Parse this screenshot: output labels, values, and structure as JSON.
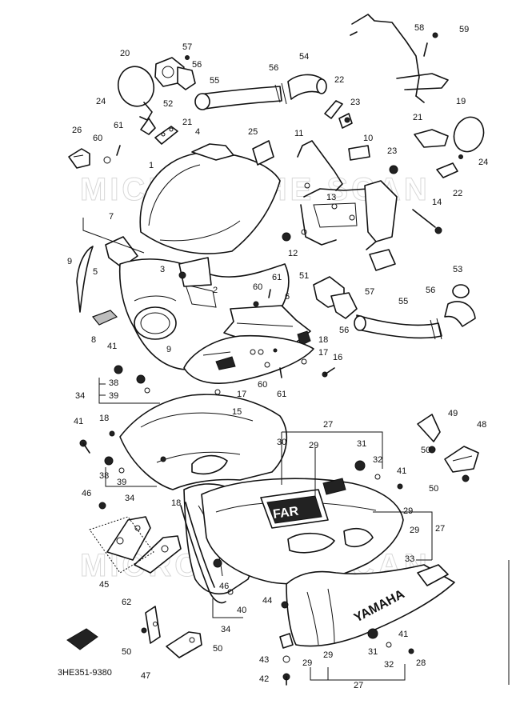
{
  "diagram": {
    "drawing_code": "3HE351-9380",
    "brand_mark": "YAMAHA",
    "vent_text": "FAR",
    "watermark": "MICROFICHE SCAN",
    "labels": [
      {
        "id": "l20",
        "text": "20"
      },
      {
        "id": "l57a",
        "text": "57"
      },
      {
        "id": "l56a",
        "text": "56"
      },
      {
        "id": "l55a",
        "text": "55"
      },
      {
        "id": "l56b",
        "text": "56"
      },
      {
        "id": "l54",
        "text": "54"
      },
      {
        "id": "l22a",
        "text": "22"
      },
      {
        "id": "l58",
        "text": "58"
      },
      {
        "id": "l59",
        "text": "59"
      },
      {
        "id": "l24a",
        "text": "24"
      },
      {
        "id": "l52",
        "text": "52"
      },
      {
        "id": "l21a",
        "text": "21"
      },
      {
        "id": "l26",
        "text": "26"
      },
      {
        "id": "l60a",
        "text": "60"
      },
      {
        "id": "l61a",
        "text": "61"
      },
      {
        "id": "l4",
        "text": "4"
      },
      {
        "id": "l25",
        "text": "25"
      },
      {
        "id": "l11",
        "text": "11"
      },
      {
        "id": "l23a",
        "text": "23"
      },
      {
        "id": "l10",
        "text": "10"
      },
      {
        "id": "l19",
        "text": "19"
      },
      {
        "id": "l21b",
        "text": "21"
      },
      {
        "id": "l24b",
        "text": "24"
      },
      {
        "id": "l23b",
        "text": "23"
      },
      {
        "id": "l22b",
        "text": "22"
      },
      {
        "id": "l1",
        "text": "1"
      },
      {
        "id": "l13",
        "text": "13"
      },
      {
        "id": "l14",
        "text": "14"
      },
      {
        "id": "l7",
        "text": "7"
      },
      {
        "id": "l12",
        "text": "12"
      },
      {
        "id": "l9a",
        "text": "9"
      },
      {
        "id": "l3",
        "text": "3"
      },
      {
        "id": "l5",
        "text": "5"
      },
      {
        "id": "l2",
        "text": "2"
      },
      {
        "id": "l60b",
        "text": "60"
      },
      {
        "id": "l61b",
        "text": "61"
      },
      {
        "id": "l51",
        "text": "51"
      },
      {
        "id": "l57b",
        "text": "57"
      },
      {
        "id": "l53",
        "text": "53"
      },
      {
        "id": "l6",
        "text": "6"
      },
      {
        "id": "l55b",
        "text": "55"
      },
      {
        "id": "l56c",
        "text": "56"
      },
      {
        "id": "l56d",
        "text": "56"
      },
      {
        "id": "l8",
        "text": "8"
      },
      {
        "id": "l18a",
        "text": "18"
      },
      {
        "id": "l17a",
        "text": "17"
      },
      {
        "id": "l16",
        "text": "16"
      },
      {
        "id": "l41a",
        "text": "41"
      },
      {
        "id": "l9b",
        "text": "9"
      },
      {
        "id": "l60c",
        "text": "60"
      },
      {
        "id": "l38a",
        "text": "38"
      },
      {
        "id": "l17b",
        "text": "17"
      },
      {
        "id": "l61c",
        "text": "61"
      },
      {
        "id": "l34a",
        "text": "34"
      },
      {
        "id": "l39a",
        "text": "39"
      },
      {
        "id": "l15",
        "text": "15"
      },
      {
        "id": "l41b",
        "text": "41"
      },
      {
        "id": "l18b",
        "text": "18"
      },
      {
        "id": "l27a",
        "text": "27"
      },
      {
        "id": "l49",
        "text": "49"
      },
      {
        "id": "l48",
        "text": "48"
      },
      {
        "id": "l30",
        "text": "30"
      },
      {
        "id": "l29a",
        "text": "29"
      },
      {
        "id": "l31a",
        "text": "31"
      },
      {
        "id": "l50a",
        "text": "50"
      },
      {
        "id": "l32a",
        "text": "32"
      },
      {
        "id": "l38b",
        "text": "38"
      },
      {
        "id": "l39b",
        "text": "39"
      },
      {
        "id": "l41c",
        "text": "41"
      },
      {
        "id": "l50b",
        "text": "50"
      },
      {
        "id": "l34b",
        "text": "34"
      },
      {
        "id": "l46a",
        "text": "46"
      },
      {
        "id": "l18c",
        "text": "18"
      },
      {
        "id": "l29b",
        "text": "29"
      },
      {
        "id": "l29c",
        "text": "29"
      },
      {
        "id": "l27b",
        "text": "27"
      },
      {
        "id": "l33",
        "text": "33"
      },
      {
        "id": "l45",
        "text": "45"
      },
      {
        "id": "l46b",
        "text": "46"
      },
      {
        "id": "l62",
        "text": "62"
      },
      {
        "id": "l40",
        "text": "40"
      },
      {
        "id": "l44",
        "text": "44"
      },
      {
        "id": "l34c",
        "text": "34"
      },
      {
        "id": "l50c",
        "text": "50"
      },
      {
        "id": "l50d",
        "text": "50"
      },
      {
        "id": "l43",
        "text": "43"
      },
      {
        "id": "l29d",
        "text": "29"
      },
      {
        "id": "l29e",
        "text": "29"
      },
      {
        "id": "l31b",
        "text": "31"
      },
      {
        "id": "l32b",
        "text": "32"
      },
      {
        "id": "l41d",
        "text": "41"
      },
      {
        "id": "l28",
        "text": "28"
      },
      {
        "id": "l47",
        "text": "47"
      },
      {
        "id": "l42",
        "text": "42"
      },
      {
        "id": "l27c",
        "text": "27"
      }
    ]
  }
}
